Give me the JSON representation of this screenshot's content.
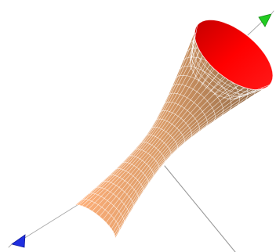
{
  "scene": {
    "type": "3d-surface-plot",
    "surface": "hyperboloid-of-one-sheet",
    "colors": {
      "inner_surface": "#ff0000",
      "inner_surface_dark": "#c40000",
      "outer_surface_light": "#ffb07a",
      "outer_surface_mid": "#d99a66",
      "outer_surface_dark": "#8a6544",
      "mesh_lines": "#ffffff",
      "axis_lines": "#9a9a9a",
      "axis_arrow_green": "#22cc22",
      "axis_arrow_blue": "#1f2fe0"
    },
    "mesh": {
      "rings": 24,
      "meridians": 36
    },
    "axes": [
      {
        "name": "axis-upper-right",
        "arrow_color": "#22cc22",
        "label": ""
      },
      {
        "name": "axis-lower-left",
        "arrow_color": "#1f2fe0",
        "label": ""
      },
      {
        "name": "axis-lower-right",
        "arrow_color": "",
        "label": ""
      }
    ]
  }
}
